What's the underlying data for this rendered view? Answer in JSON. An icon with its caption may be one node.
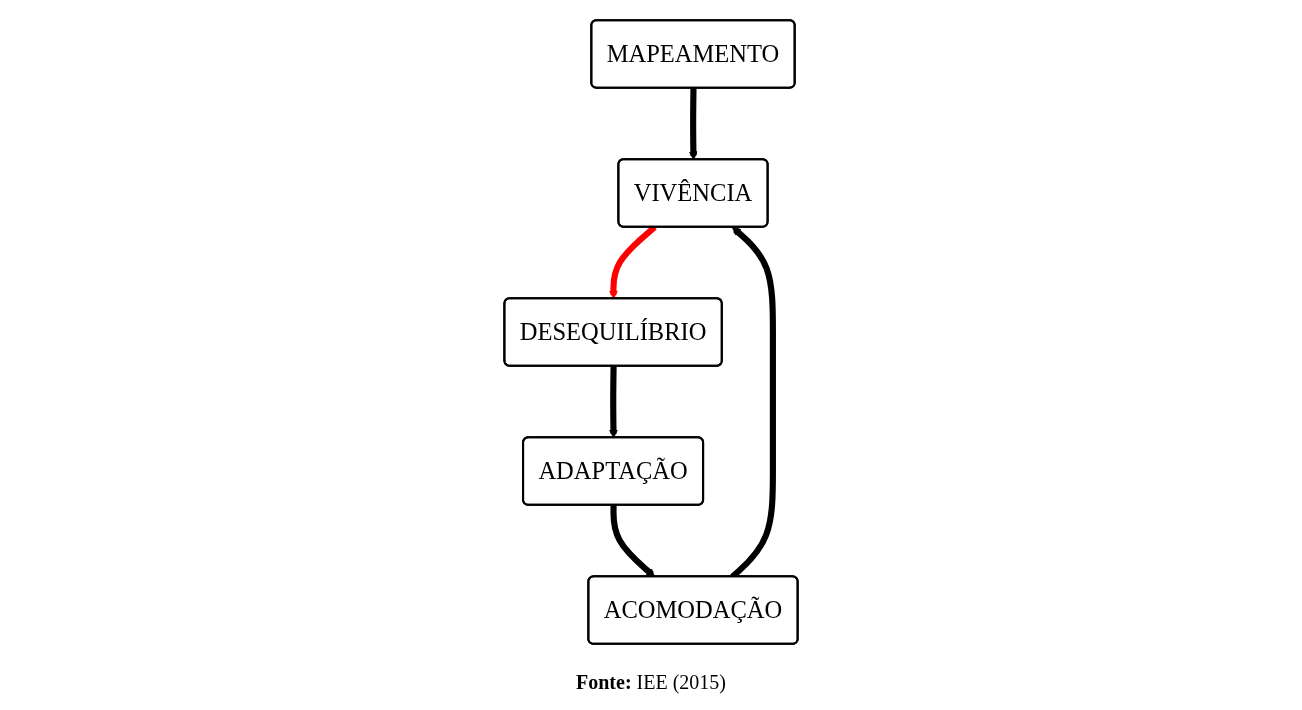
{
  "diagram": {
    "caption": "**Fonte:** IEE (2015)",
    "nodes": [
      {
        "text": [
          "MAPEAMENTO"
        ]
      },
      {
        "text": [
          "VIVÊNCIA"
        ]
      },
      {
        "text": [
          "DESEQUILÍBRIO"
        ]
      },
      {
        "text": [
          "ADAPTAÇÃO"
        ]
      },
      {
        "text": [
          "ACOMODAÇÃO"
        ]
      }
    ],
    "edges": [
      {
        "from": 0,
        "to": 1,
        "arrow": "to"
      },
      {
        "from": 1,
        "to": 2,
        "arrow": "to",
        "color": "#ff0000"
      },
      {
        "from": 2,
        "to": 3,
        "arrow": "to"
      },
      {
        "from": 3,
        "to": 4,
        "arrow": "to"
      },
      {
        "from": 4,
        "to": 1,
        "arrow": "to"
      }
    ]
  }
}
